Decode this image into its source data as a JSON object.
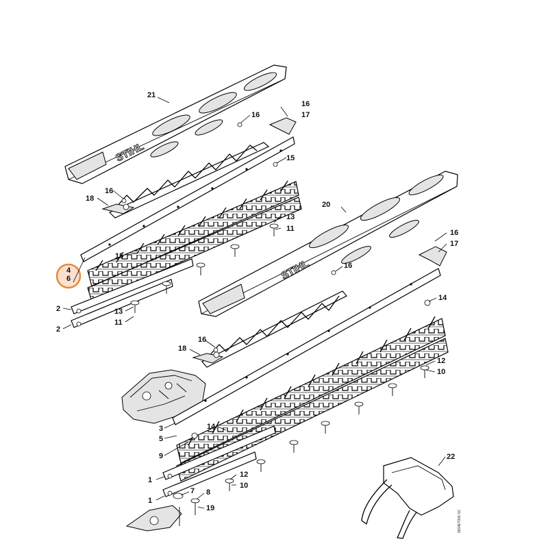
{
  "diagram": {
    "brand_mark": "STIHL",
    "drawing_code": "9934ET006 SC",
    "highlight": {
      "top": "4",
      "bottom": "6"
    },
    "labels": {
      "l21": "21",
      "l16a": "16",
      "l16b": "16",
      "l17a": "17",
      "l15a": "15",
      "l16c": "16",
      "l18a": "18",
      "l13a": "13",
      "l11a": "11",
      "l15b": "15",
      "l2a": "2",
      "l2b": "2",
      "l13b": "13",
      "l11b": "11",
      "l20": "20",
      "l16d": "16",
      "l17b": "17",
      "l16e": "16",
      "l14a": "14",
      "l16f": "16",
      "l18b": "18",
      "l12a": "12",
      "l10a": "10",
      "l3": "3",
      "l5": "5",
      "l14b": "14",
      "l9": "9",
      "l1a": "1",
      "l12b": "12",
      "l10b": "10",
      "l1b": "1",
      "l7": "7",
      "l8": "8",
      "l19": "19",
      "l22": "22"
    }
  }
}
